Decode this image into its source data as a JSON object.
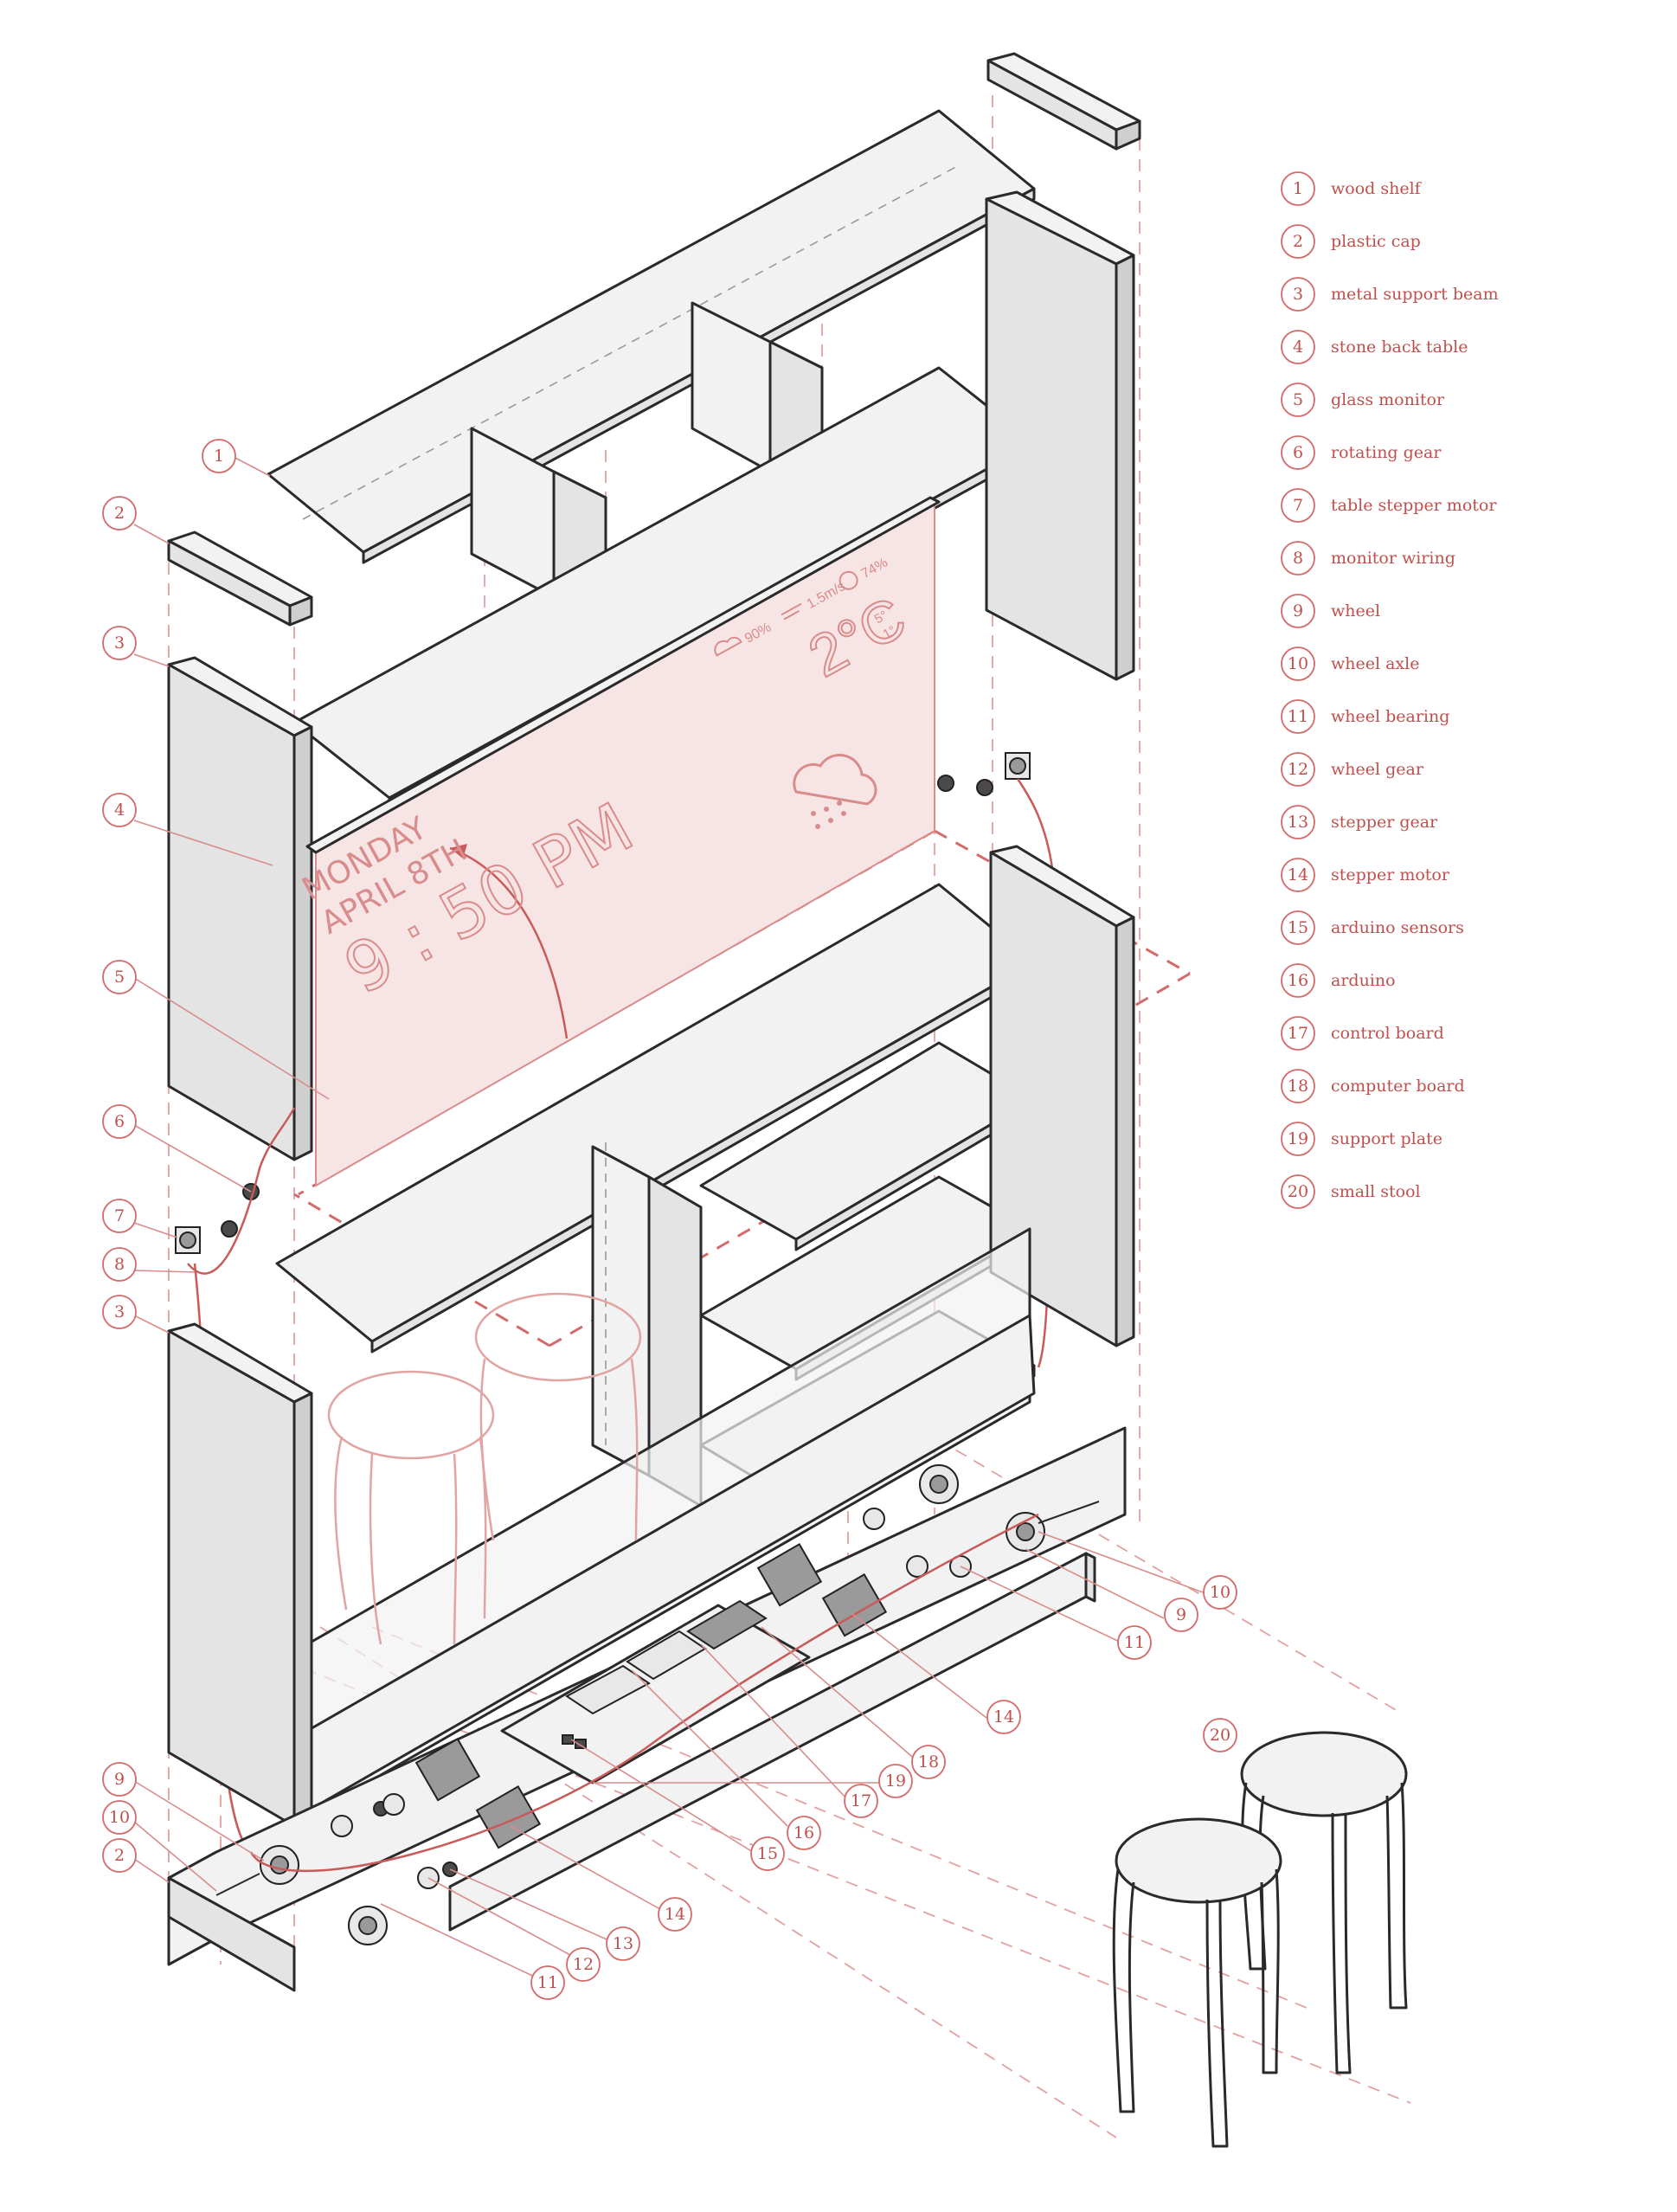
{
  "legend": [
    {
      "num": "1",
      "label": "wood shelf"
    },
    {
      "num": "2",
      "label": "plastic cap"
    },
    {
      "num": "3",
      "label": "metal support beam"
    },
    {
      "num": "4",
      "label": "stone back table"
    },
    {
      "num": "5",
      "label": "glass monitor"
    },
    {
      "num": "6",
      "label": "rotating gear"
    },
    {
      "num": "7",
      "label": "table stepper motor"
    },
    {
      "num": "8",
      "label": "monitor wiring"
    },
    {
      "num": "9",
      "label": "wheel"
    },
    {
      "num": "10",
      "label": "wheel axle"
    },
    {
      "num": "11",
      "label": "wheel bearing"
    },
    {
      "num": "12",
      "label": "wheel gear"
    },
    {
      "num": "13",
      "label": "stepper gear"
    },
    {
      "num": "14",
      "label": "stepper motor"
    },
    {
      "num": "15",
      "label": "arduino sensors"
    },
    {
      "num": "16",
      "label": "arduino"
    },
    {
      "num": "17",
      "label": "control board"
    },
    {
      "num": "18",
      "label": "computer board"
    },
    {
      "num": "19",
      "label": "support plate"
    },
    {
      "num": "20",
      "label": "small stool"
    }
  ],
  "callouts": {
    "c1": "1",
    "c2a": "2",
    "c3a": "3",
    "c4": "4",
    "c5": "5",
    "c6": "6",
    "c7": "7",
    "c8": "8",
    "c3b": "3",
    "c9a": "9",
    "c10a": "10",
    "c2b": "2",
    "c10b": "10",
    "c9b": "9",
    "c11a": "11",
    "c14a": "14",
    "c18": "18",
    "c19": "19",
    "c17": "17",
    "c16": "16",
    "c15": "15",
    "c14b": "14",
    "c13": "13",
    "c12": "12",
    "c11b": "11",
    "c20": "20"
  },
  "monitor": {
    "day": "MONDAY",
    "date": "APRIL 8TH",
    "time": "9 : 50 PM",
    "humidity": "90%",
    "wind": "1.5m/s",
    "battery": "74%",
    "temperature": "2°C",
    "temp_hi": "5°",
    "temp_lo": "1°"
  },
  "icons": {
    "cloud_icon": "cloud-icon",
    "wind_icon": "wind-icon",
    "radiation_icon": "radiation-icon",
    "snow_icon": "snow-cloud-icon"
  }
}
